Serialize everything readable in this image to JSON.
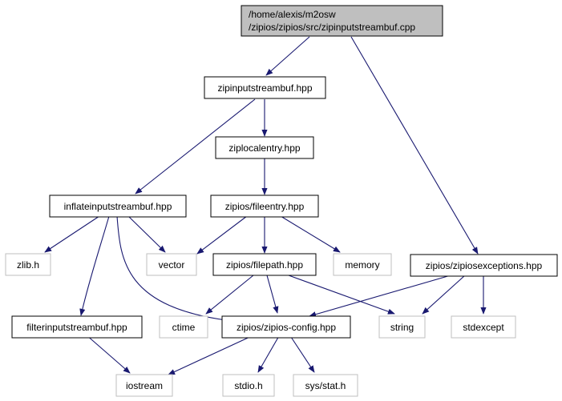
{
  "graph": {
    "root": {
      "line1": "/home/alexis/m2osw",
      "line2": "/zipios/zipios/src/zipinputstreambuf.cpp"
    },
    "nodes": {
      "zipinputstreambuf_hpp": "zipinputstreambuf.hpp",
      "ziplocalentry_hpp": "ziplocalentry.hpp",
      "inflateinputstreambuf_hpp": "inflateinputstreambuf.hpp",
      "fileentry_hpp": "zipios/fileentry.hpp",
      "zlib_h": "zlib.h",
      "vector": "vector",
      "filepath_hpp": "zipios/filepath.hpp",
      "memory": "memory",
      "zipiosexceptions_hpp": "zipios/zipiosexceptions.hpp",
      "filterinputstreambuf_hpp": "filterinputstreambuf.hpp",
      "ctime": "ctime",
      "zipios_config_hpp": "zipios/zipios-config.hpp",
      "string": "string",
      "stdexcept": "stdexcept",
      "iostream": "iostream",
      "stdio_h": "stdio.h",
      "sys_stat_h": "sys/stat.h"
    },
    "edge_color": "#191970",
    "root_fill": "#bfbfbf",
    "external_border": "#bfbfbf"
  }
}
